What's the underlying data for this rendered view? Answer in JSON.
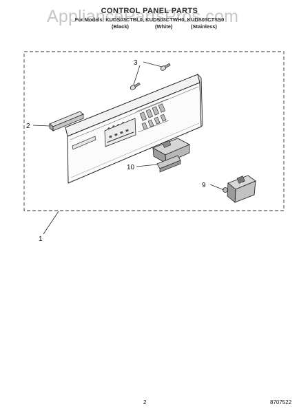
{
  "header": {
    "title": "CONTROL PANEL PARTS",
    "models": "For Models: KUDS03CTBL0, KUDS03CTWH0, KUDS03CTSS0",
    "colors": [
      "(Black)",
      "(White)",
      "(Stainless)"
    ]
  },
  "watermark": "AppliancePartsPros.com",
  "callouts": [
    "1",
    "2",
    "3",
    "9",
    "10"
  ],
  "footer": {
    "page_number": "2",
    "doc_number": "8707522"
  }
}
